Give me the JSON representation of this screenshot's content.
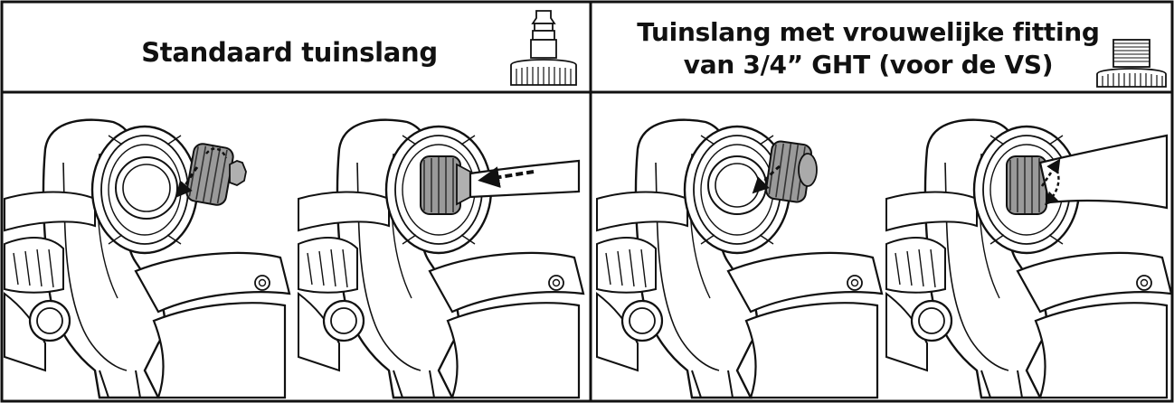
{
  "panels": {
    "left": {
      "title": "Standaard tuinslang"
    },
    "right": {
      "title_line1": "Tuinslang met vrouwelijke fitting",
      "title_line2": "van 3/4” GHT (voor de VS)"
    }
  },
  "icons": {
    "left_header": "hose-barb-connector-icon",
    "right_header": "threaded-female-fitting-icon"
  },
  "colors": {
    "line": "#111111",
    "fitting_gray": "#8e8e8e",
    "background": "#ffffff"
  }
}
